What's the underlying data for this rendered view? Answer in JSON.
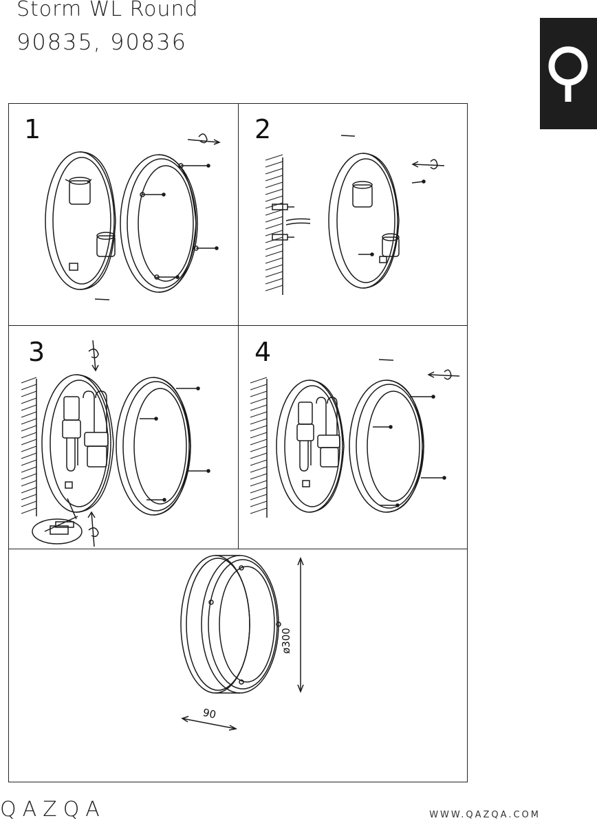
{
  "header": {
    "title": "Storm WL Round",
    "subtitle": "90835,  90836"
  },
  "steps": [
    {
      "number": "1"
    },
    {
      "number": "2"
    },
    {
      "number": "3"
    },
    {
      "number": "4"
    }
  ],
  "dimensions": {
    "diameter": "ø300",
    "depth": "90"
  },
  "footer": {
    "brand": "QAZQA",
    "url": "WWW.QAZQA.COM"
  },
  "colors": {
    "ink": "#1e1e1e",
    "paper": "#ffffff"
  }
}
